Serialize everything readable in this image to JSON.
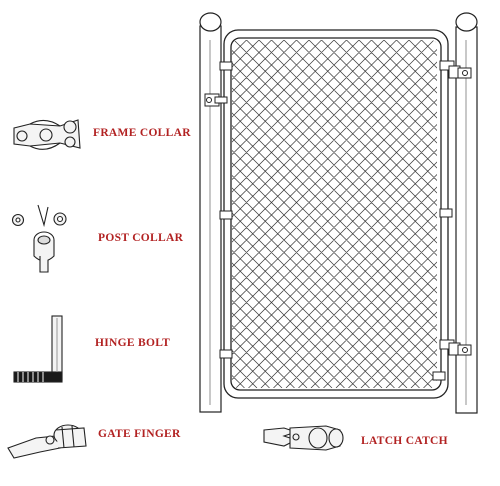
{
  "colors": {
    "label": "#b22222",
    "line": "#222222",
    "mesh": "#333333"
  },
  "parts": [
    {
      "id": "frame_collar",
      "label": "FRAME COLLAR"
    },
    {
      "id": "post_collar",
      "label": "POST COLLAR"
    },
    {
      "id": "hinge_bolt",
      "label": "HINGE BOLT"
    },
    {
      "id": "gate_finger",
      "label": "GATE FINGER"
    },
    {
      "id": "latch_catch",
      "label": "LATCH CATCH"
    }
  ]
}
